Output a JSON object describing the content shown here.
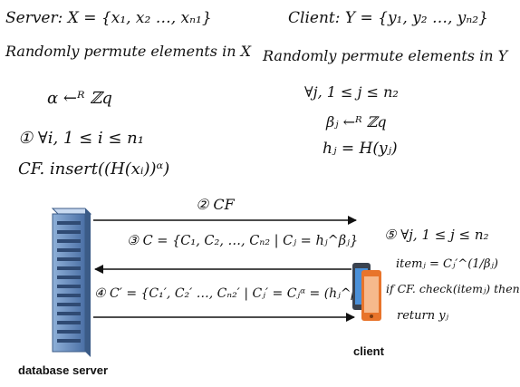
{
  "server": {
    "set_def": "Server: X = {x₁, x₂ …, xₙ₁}",
    "permute": "Randomly permute elements in X",
    "alpha": "α ←ᴿ ℤq",
    "step1_loop": "① ∀i, 1 ≤ i ≤ n₁",
    "step1_insert": "CF. insert((H(xᵢ))ᵅ)",
    "label": "database server"
  },
  "client": {
    "set_def": "Client: Y = {y₁, y₂ …, yₙ₂}",
    "permute": "Randomly permute elements in Y",
    "loop": "∀j, 1 ≤ j ≤ n₂",
    "beta": "βⱼ ←ᴿ ℤq",
    "hash": "hⱼ = H(yⱼ)",
    "step5_loop": "⑤ ∀j, 1 ≤ j ≤ n₂",
    "item": "itemⱼ = Cⱼ′^(1/βⱼ)",
    "check": "if CF. check(itemⱼ) then",
    "ret": "return yⱼ",
    "label": "client"
  },
  "messages": {
    "m2": "② CF",
    "m3": "③ C = {C₁, C₂, …, Cₙ₂ | Cⱼ = hⱼ^βⱼ}",
    "m4": "④ C′ = {C₁′, C₂′ …, Cₙ₂′ | Cⱼ′ = Cⱼᵅ = (hⱼ^βⱼ)ᵅ}"
  },
  "colors": {
    "server_blue": "#4a6fa5",
    "server_light": "#8fb0d8",
    "phone_orange": "#e8742b",
    "phone_blue": "#4a90d9"
  }
}
